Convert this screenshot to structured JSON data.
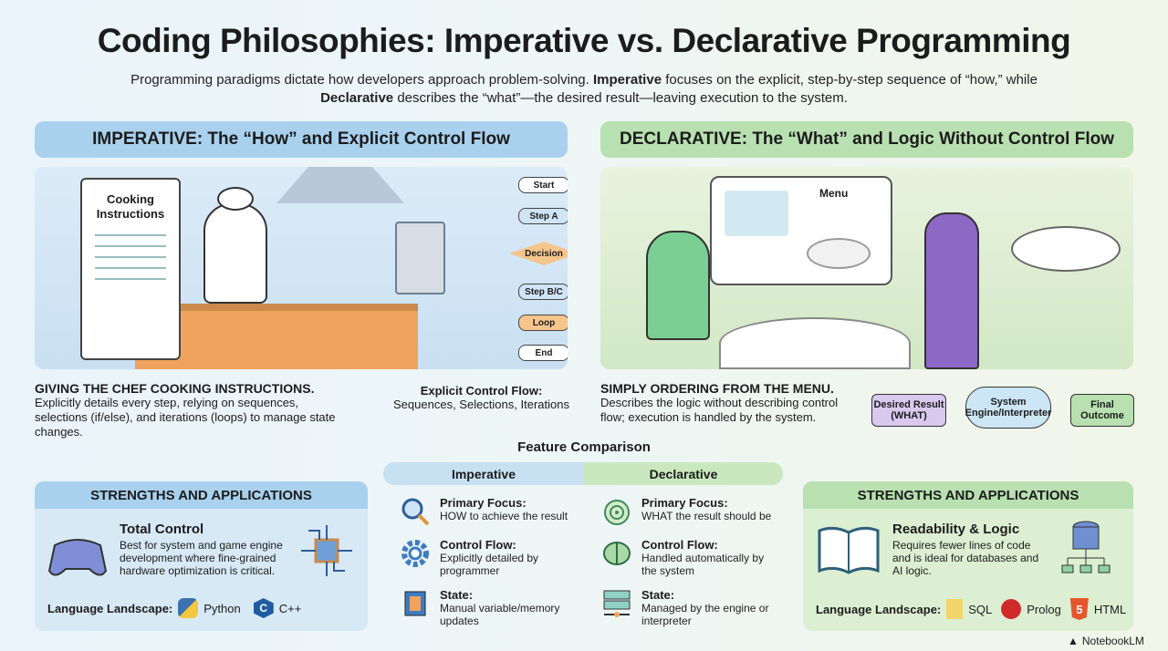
{
  "title": "Coding Philosophies: Imperative vs. Declarative Programming",
  "subtitle": {
    "p1": "Programming paradigms dictate how developers approach problem-solving. ",
    "imperative": "Imperative",
    "p2": " focuses on the explicit, step-by-step sequence of “how,” while ",
    "declarative": "Declarative",
    "p3": " describes the “what”—the desired result—leaving execution to the system."
  },
  "imperative": {
    "header": "IMPERATIVE: The “How” and Explicit Control Flow",
    "scroll_title": "Cooking Instructions",
    "flow_steps": [
      "Start",
      "Step A",
      "Decision",
      "Step B/C",
      "Loop",
      "End"
    ],
    "caption_title": "GIVING THE CHEF COOKING INSTRUCTIONS.",
    "caption_text": "Explicitly details every step, relying on sequences, selections (if/else), and iterations (loops) to manage state changes.",
    "control_title": "Explicit Control Flow:",
    "control_text": "Sequences, Selections, Iterations",
    "strengths": {
      "header": "STRENGTHS AND APPLICATIONS",
      "title": "Total Control",
      "text": "Best for system and game engine development where fine-grained hardware optimization is critical.",
      "landscape_label": "Language Landscape:",
      "languages": [
        "Python",
        "C++"
      ]
    }
  },
  "declarative": {
    "header": "DECLARATIVE: The “What” and Logic Without Control Flow",
    "menu_title": "Menu",
    "caption_title": "SIMPLY ORDERING FROM THE MENU.",
    "caption_text": "Describes the logic without describing control flow; execution is handled by the system.",
    "flow": [
      "Desired Result (WHAT)",
      "System Engine/Interpreter",
      "Final Outcome"
    ],
    "strengths": {
      "header": "STRENGTHS AND APPLICATIONS",
      "title": "Readability & Logic",
      "text": "Requires fewer lines of code and is ideal for databases and AI logic.",
      "landscape_label": "Language Landscape:",
      "languages": [
        "SQL",
        "Prolog",
        "HTML"
      ]
    }
  },
  "comparison": {
    "title": "Feature Comparison",
    "imperative_label": "Imperative",
    "declarative_label": "Declarative",
    "imperative_rows": [
      {
        "icon": "magnifier-icon",
        "title": "Primary Focus:",
        "text": "HOW to achieve the result"
      },
      {
        "icon": "gear-icon",
        "title": "Control Flow:",
        "text": "Explicitly detailed by programmer"
      },
      {
        "icon": "chip-icon",
        "title": "State:",
        "text": "Manual variable/memory updates"
      }
    ],
    "declarative_rows": [
      {
        "icon": "target-icon",
        "title": "Primary Focus:",
        "text": "WHAT the result should be"
      },
      {
        "icon": "brain-icon",
        "title": "Control Flow:",
        "text": "Handled automatically by the system"
      },
      {
        "icon": "server-icon",
        "title": "State:",
        "text": "Managed by the engine or interpreter"
      }
    ]
  },
  "brand": "NotebookLM",
  "colors": {
    "imperative": "#a9d1ee",
    "declarative": "#b9e0b0",
    "dark": "#1c1c1c"
  }
}
